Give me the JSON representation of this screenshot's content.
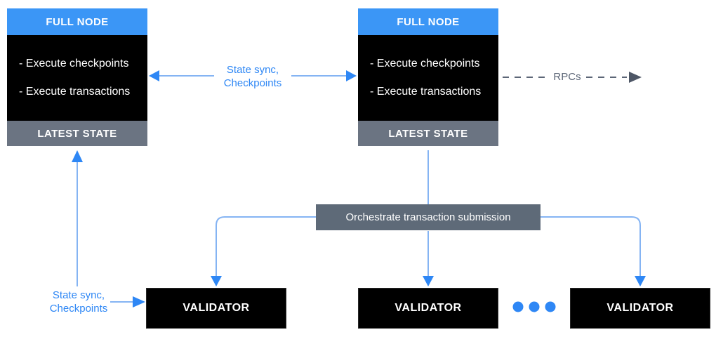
{
  "diagram": {
    "full_node_left": {
      "title": "FULL NODE",
      "bullets": [
        "- Execute checkpoints",
        "- Execute transactions"
      ],
      "footer": "LATEST STATE"
    },
    "full_node_right": {
      "title": "FULL NODE",
      "bullets": [
        "- Execute checkpoints",
        "- Execute transactions"
      ],
      "footer": "LATEST STATE"
    },
    "orchestrator_label": "Orchestrate transaction submission",
    "validators": [
      {
        "label": "VALIDATOR"
      },
      {
        "label": "VALIDATOR"
      },
      {
        "label": "VALIDATOR"
      }
    ],
    "edges": {
      "state_sync_top": {
        "line1": "State sync,",
        "line2": "Checkpoints"
      },
      "state_sync_bottom": {
        "line1": "State sync,",
        "line2": "Checkpoints"
      },
      "rpcs": {
        "label": "RPCs"
      }
    },
    "colors": {
      "header_blue": "#3b96f6",
      "accent_blue": "#2e87f5",
      "line_blue": "#85b4f3",
      "footer_gray": "#6b7482",
      "orchestrator_gray": "#5e6a78",
      "rpc_gray": "#5c6677",
      "node_black": "#000000"
    }
  }
}
